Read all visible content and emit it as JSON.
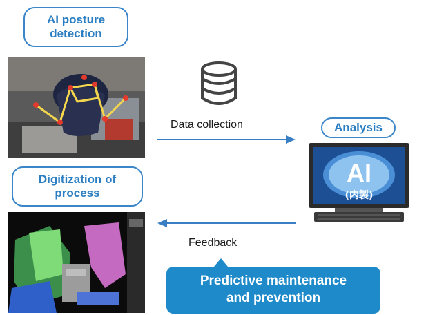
{
  "nodes": {
    "posture": {
      "line1": "AI posture",
      "line2": "detection"
    },
    "analysis": {
      "label": "Analysis"
    },
    "digitization": {
      "line1": "Digitization of",
      "line2": "process"
    },
    "predictive": {
      "line1": "Predictive maintenance",
      "line2": "and prevention"
    }
  },
  "edges": {
    "data_collection": "Data collection",
    "feedback": "Feedback"
  },
  "monitor": {
    "big": "AI",
    "small": "(内製)"
  },
  "icons": {
    "database": "database-icon"
  },
  "colors": {
    "accent": "#2b7ec1",
    "callout": "#1e8ac9",
    "arrow": "#3a7fc4"
  }
}
